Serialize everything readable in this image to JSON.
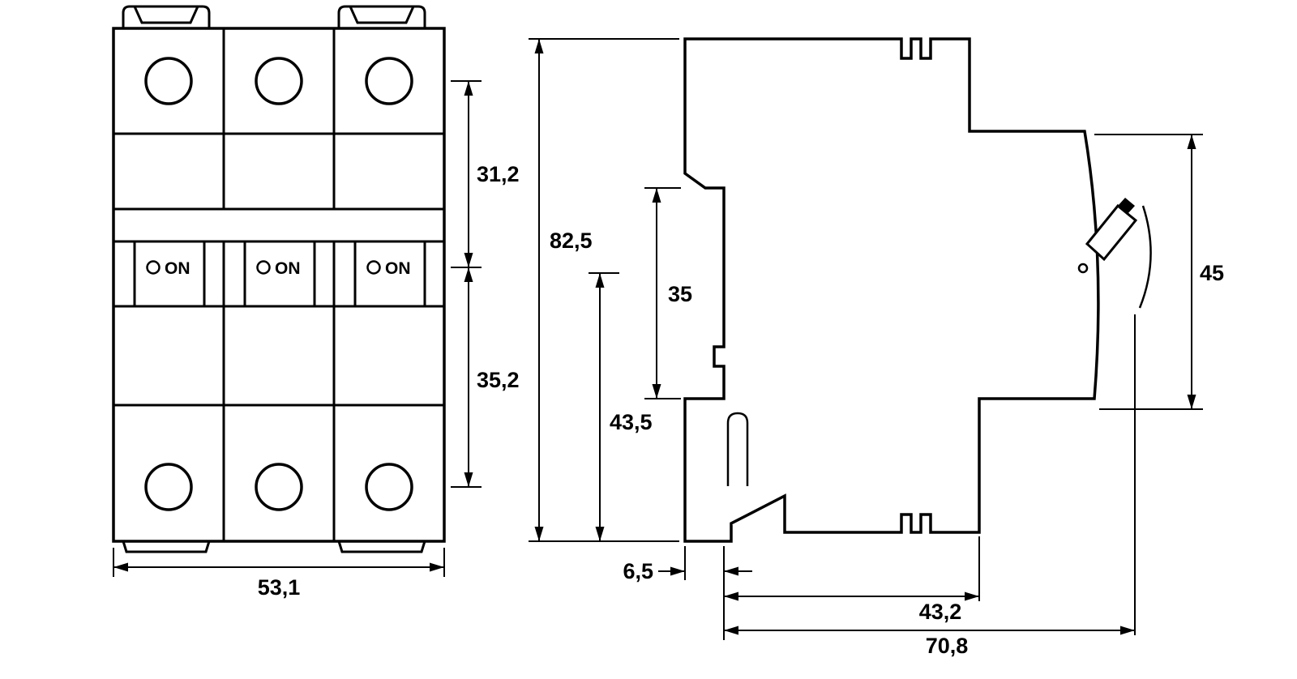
{
  "front_view": {
    "poles": [
      {
        "state_label": "ON"
      },
      {
        "state_label": "ON"
      },
      {
        "state_label": "ON"
      }
    ],
    "dimensions": {
      "terminal_to_switch": "31,2",
      "switch_to_terminal": "35,2",
      "width": "53,1"
    }
  },
  "side_view": {
    "dimensions": {
      "height": "82,5",
      "rear_section": "35",
      "handle_to_bottom": "43,5",
      "front_face": "45",
      "clip_protrusion": "6,5",
      "body_depth": "43,2",
      "total_depth": "70,8"
    }
  },
  "colors": {
    "line": "#000000",
    "background": "#ffffff"
  }
}
